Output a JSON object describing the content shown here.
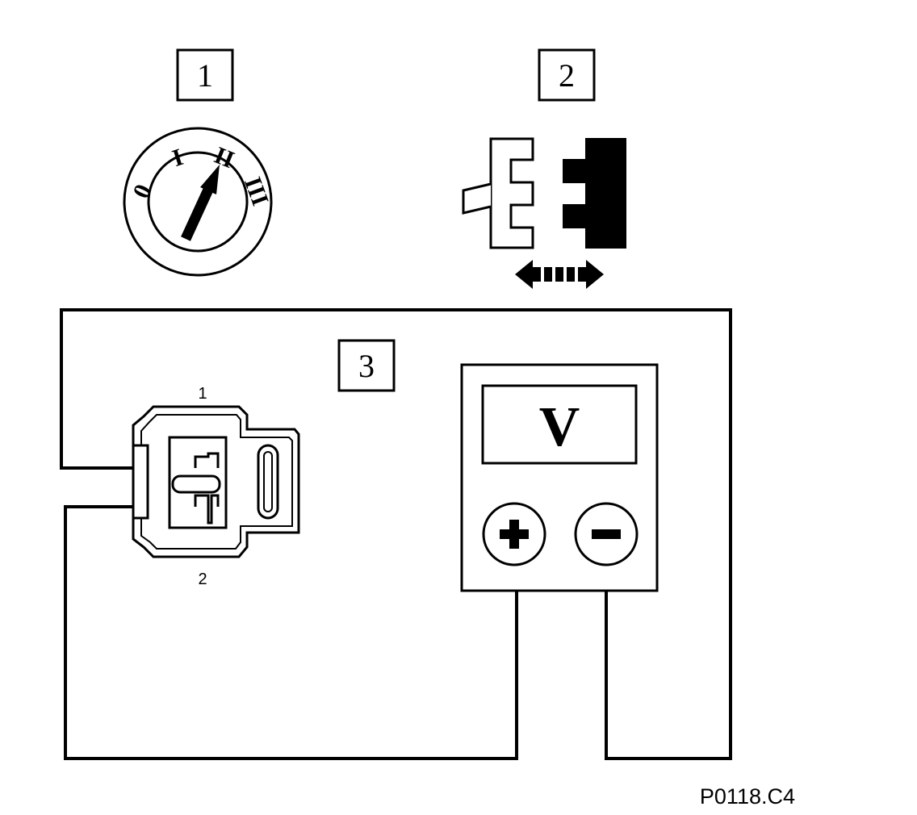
{
  "steps": [
    {
      "number": "1"
    },
    {
      "number": "2"
    },
    {
      "number": "3"
    }
  ],
  "ignition_switch": {
    "positions": [
      "0",
      "I",
      "II",
      "III"
    ],
    "current_position": "II"
  },
  "connector": {
    "pin_labels": [
      "1",
      "2"
    ]
  },
  "voltmeter": {
    "display_letter": "V",
    "positive_terminal": "+",
    "negative_terminal": "−"
  },
  "figure_reference": "P0118.C4",
  "colors": {
    "line": "#000000",
    "background": "#ffffff"
  }
}
